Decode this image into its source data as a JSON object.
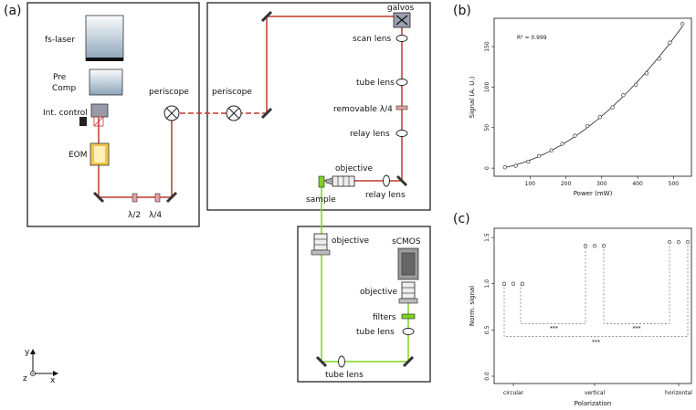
{
  "panels": {
    "a": "(a)",
    "b": "(b)",
    "c": "(c)"
  },
  "labels": {
    "fs_laser": "fs-laser",
    "pre": "Pre",
    "comp": "Comp",
    "int_control": "Int. control",
    "eom": "EOM",
    "half_wave": "λ/2",
    "quarter_wave": "λ/4",
    "periscope_left": "periscope",
    "periscope_right": "periscope",
    "galvos": "galvos",
    "scan_lens": "scan lens",
    "tube_lens_upper": "tube lens",
    "removable_quarter": "removable λ/4",
    "relay_lens_upper": "relay lens",
    "objective_upper": "objective",
    "sample": "sample",
    "relay_lens_lower": "relay lens",
    "objective_lower": "objective",
    "scmos": "sCMOS",
    "objective_right": "objective",
    "filters": "filters",
    "tube_lens_right": "tube lens",
    "tube_lens_bottom": "tube lens",
    "axis_y": "y",
    "axis_z": "z",
    "axis_x": "x"
  },
  "colors": {
    "beam_red": "#c0392b",
    "beam_green": "#7ed321",
    "frame": "#111111"
  },
  "chart_data": [
    {
      "type": "scatter",
      "xlabel": "Power (mW)",
      "ylabel": "Signal (A. U.)",
      "annotation": "R² = 0.999",
      "xlim": [
        0,
        550
      ],
      "ylim": [
        -10,
        185
      ],
      "xticks": [
        100,
        200,
        300,
        400,
        500
      ],
      "yticks": [
        0,
        50,
        100,
        150
      ],
      "x": [
        30,
        60,
        95,
        125,
        160,
        190,
        225,
        260,
        295,
        330,
        360,
        395,
        425,
        460,
        490,
        525
      ],
      "y": [
        1,
        3,
        8,
        15,
        22,
        30,
        40,
        52,
        63,
        75,
        90,
        103,
        117,
        135,
        155,
        178
      ],
      "fit": "quadratic"
    },
    {
      "type": "scatter",
      "xlabel": "Polarization",
      "ylabel": "Norm. signal",
      "categories": [
        "circular",
        "vertical",
        "horizontal"
      ],
      "ylim": [
        0,
        1.6
      ],
      "yticks": [
        "0.0",
        "0.5",
        "1.0",
        "1.5"
      ],
      "values": [
        [
          1.0,
          1.0,
          1.0
        ],
        [
          1.41,
          1.41,
          1.41
        ],
        [
          1.45,
          1.45,
          1.45
        ]
      ],
      "significance": [
        "***",
        "***",
        "***"
      ]
    }
  ]
}
